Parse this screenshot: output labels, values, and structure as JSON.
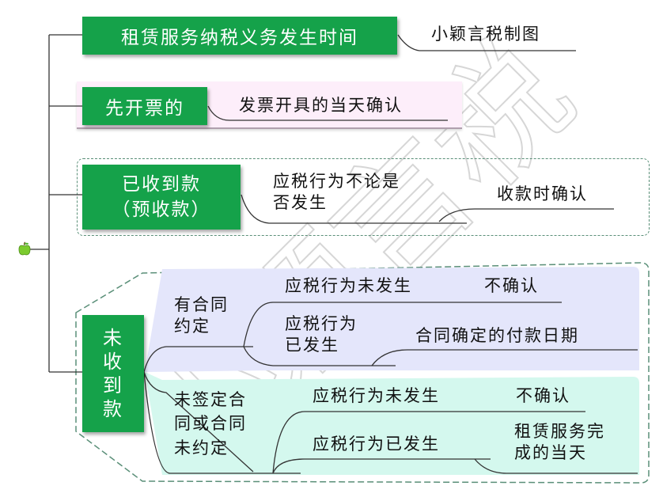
{
  "watermark": "小颖言税",
  "topic": {
    "title": "租赁服务纳税义务发生时间",
    "note": "小颖言税制图"
  },
  "branch1": {
    "label": "先开票的",
    "result": "发票开具的当天确认"
  },
  "branch2": {
    "label": "已收到款\n（预收款）",
    "condition": "应税行为不论是\n否发生",
    "result": "收款时确认"
  },
  "branch3": {
    "label": "未\n收\n到\n款",
    "contract": {
      "label": "有合同\n约定",
      "case1": {
        "condition": "应税行为未发生",
        "result": "不确认"
      },
      "case2": {
        "condition": "应税行为\n已发生",
        "result": "合同确定的付款日期"
      }
    },
    "no_contract": {
      "label": "未签定合\n同或合同\n未约定",
      "case1": {
        "condition": "应税行为未发生",
        "result": "不确认"
      },
      "case2": {
        "condition": "应税行为已发生",
        "result": "租赁服务完\n成的当天"
      }
    }
  },
  "colors": {
    "green": "#15a24a",
    "pink": "#fdeefa",
    "lavender": "#e4e6fb",
    "mint": "#d4f8ee",
    "line": "#333333"
  },
  "root_icon": "apple-icon"
}
